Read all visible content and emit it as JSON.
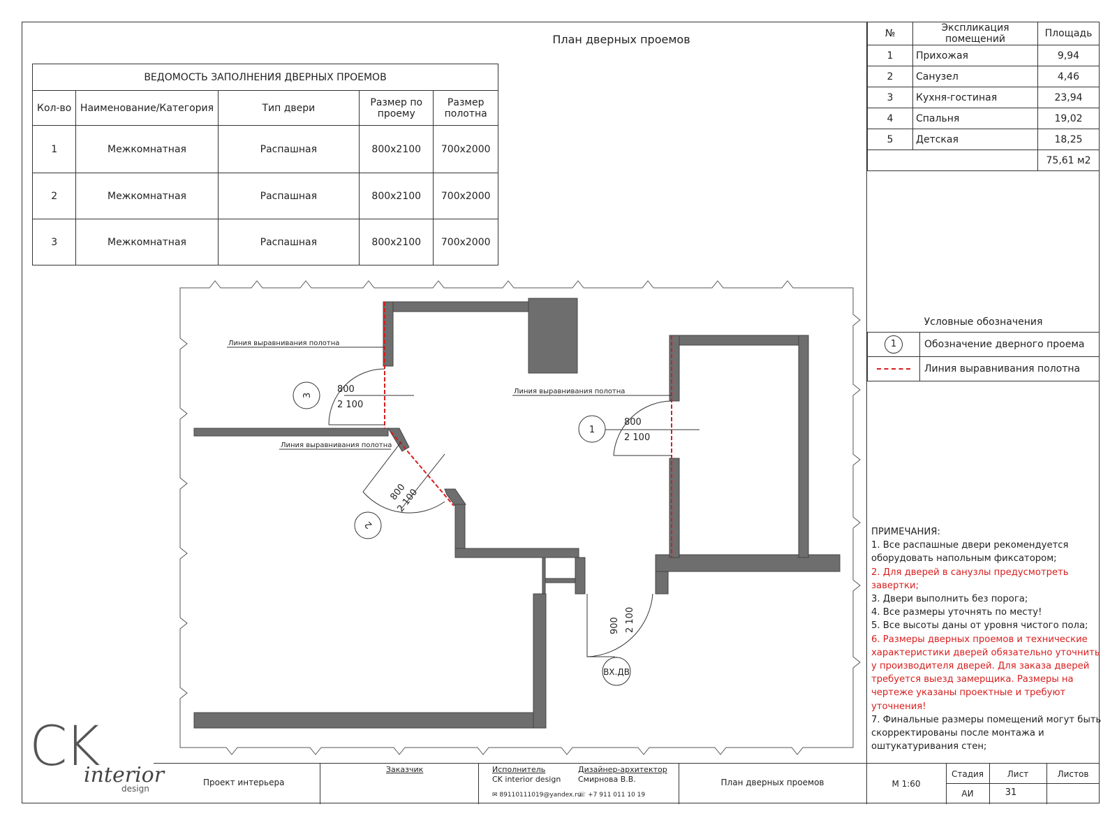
{
  "page_title": "План дверных проемов",
  "door_schedule": {
    "title": "ВЕДОМОСТЬ ЗАПОЛНЕНИЯ ДВЕРНЫХ ПРОЕМОВ",
    "headers": [
      "Кол-во",
      "Наименование/Категория",
      "Тип двери",
      "Размер по проему",
      "Размер полотна"
    ],
    "rows": [
      [
        "1",
        "Межкомнатная",
        "Распашная",
        "800x2100",
        "700x2000"
      ],
      [
        "2",
        "Межкомнатная",
        "Распашная",
        "800x2100",
        "700x2000"
      ],
      [
        "3",
        "Межкомнатная",
        "Распашная",
        "800x2100",
        "700x2000"
      ]
    ]
  },
  "explication": {
    "headers": [
      "№",
      "Экспликация помещений",
      "Площадь"
    ],
    "rows": [
      [
        "1",
        "Прихожая",
        "9,94"
      ],
      [
        "2",
        "Санузел",
        "4,46"
      ],
      [
        "3",
        "Кухня-гостиная",
        "23,94"
      ],
      [
        "4",
        "Спальня",
        "19,02"
      ],
      [
        "5",
        "Детская",
        "18,25"
      ]
    ],
    "total": "75,61 м2"
  },
  "legend": {
    "title": "Условные обозначения",
    "items": [
      {
        "symbol": "1",
        "label": "Обозначение дверного проема"
      },
      {
        "label": "Линия выравнивания полотна"
      }
    ]
  },
  "notes": {
    "title": "ПРИМЕЧАНИЯ:",
    "items": [
      {
        "text": "1. Все распашные двери рекомендуется оборудовать напольным фиксатором;",
        "red": false
      },
      {
        "text": "2. Для дверей в санузлы предусмотреть завертки;",
        "red": true
      },
      {
        "text": "3. Двери выполнить без порога;",
        "red": false
      },
      {
        "text": "4. Все размеры уточнять по месту!",
        "red": false
      },
      {
        "text": "5. Все высоты даны от уровня чистого пола;",
        "red": false
      },
      {
        "text": "6. Размеры дверных проемов и технические характеристики дверей обязательно уточнить у производителя дверей. Для заказа дверей требуется выезд замерщика. Размеры на чертеже указаны проектные и требуют уточнения!",
        "red": true
      },
      {
        "text": "7. Финальные размеры помещений могут быть скорректированы после монтажа и оштукатуривания стен;",
        "red": false
      }
    ]
  },
  "plan": {
    "alignment_label": "Линия выравнивания полотна",
    "doors": [
      {
        "mark": "1",
        "width": "800",
        "height": "2 100"
      },
      {
        "mark": "2",
        "width": "800",
        "height": "2 100"
      },
      {
        "mark": "3",
        "width": "800",
        "height": "2 100"
      },
      {
        "mark": "ВХ.ДВ",
        "width": "900",
        "height": "2 100"
      }
    ]
  },
  "logo": {
    "main": "CK",
    "script": "interior",
    "sub": "design"
  },
  "stamp": {
    "project": "Проект интерьера",
    "customer_label": "Заказчик",
    "executor_label": "Исполнитель",
    "executor_name": "CK interior design",
    "executor_email": "89110111019@yandex.ru",
    "designer_label": "Дизайнер-архитектор",
    "designer_name": "Смирнова В.В.",
    "designer_phone": "+7 911 011 10 19",
    "sheet_title": "План дверных проемов",
    "scale": "М 1:60",
    "stage_label": "Стадия",
    "sheet_label": "Лист",
    "sheets_label": "Листов",
    "stage_value": "АИ",
    "sheet_value": "31",
    "sheets_value": ""
  },
  "colors": {
    "wall": "#6e6e6e",
    "alignment_line": "#d81e1e",
    "line": "#333333"
  }
}
